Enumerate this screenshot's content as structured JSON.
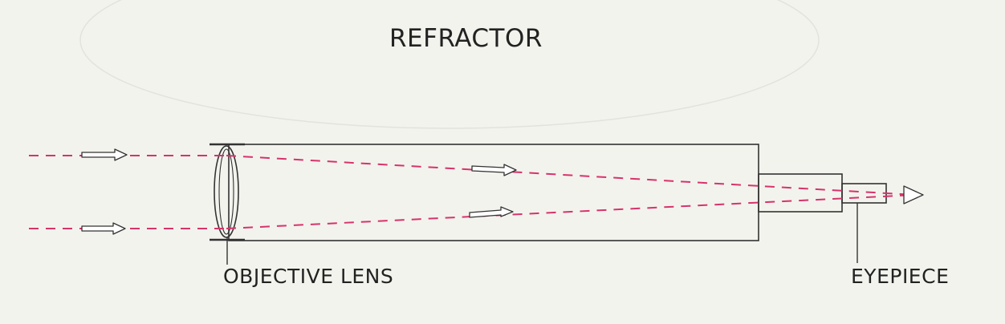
{
  "diagram": {
    "title": "REFRACTOR",
    "labels": {
      "objective": "OBJECTIVE LENS",
      "eyepiece": "EYEPIECE"
    },
    "colors": {
      "ray": "#d6336c",
      "line": "#333333",
      "background": "#f3f3ee"
    }
  }
}
